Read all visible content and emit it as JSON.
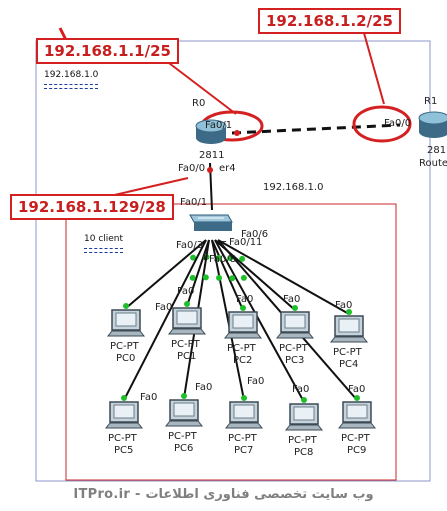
{
  "annotations": {
    "r0_fa01_ip": "192.168.1.1/25",
    "r1_fa00_ip": "192.168.1.2/25",
    "r0_fa00_ip": "192.168.1.129/28"
  },
  "networks": {
    "top_left": "192.168.1.0",
    "middle": "192.168.1.0"
  },
  "notes": {
    "clients": "10 client"
  },
  "routers": {
    "r0": {
      "name": "R0",
      "model": "2811",
      "model_suffix": "er4",
      "port_up": "Fa0/1",
      "port_down": "Fa0/0"
    },
    "r1": {
      "name": "R1",
      "model_part": "281",
      "type_part": "Route",
      "port": "Fa0/0"
    }
  },
  "switch": {
    "uplink": "Fa0/1",
    "port_a": "Fa0/3",
    "port_b": "Fa0/6",
    "port_c": "Fa0/11",
    "port_d": "Fa0/8",
    "frag_a": "F",
    "frag_b": "F"
  },
  "pcs": [
    {
      "type": "PC-PT",
      "name": "PC0",
      "port": "Fa0"
    },
    {
      "type": "PC-PT",
      "name": "PC1",
      "port": "Fa0"
    },
    {
      "type": "PC-PT",
      "name": "PC2",
      "port": "Fa0"
    },
    {
      "type": "PC-PT",
      "name": "PC3",
      "port": "Fa0"
    },
    {
      "type": "PC-PT",
      "name": "PC4",
      "port": "Fa0"
    },
    {
      "type": "PC-PT",
      "name": "PC5",
      "port": "Fa0"
    },
    {
      "type": "PC-PT",
      "name": "PC6",
      "port": "Fa0"
    },
    {
      "type": "PC-PT",
      "name": "PC7",
      "port": "Fa0"
    },
    {
      "type": "PC-PT",
      "name": "PC8",
      "port": "Fa0"
    },
    {
      "type": "PC-PT",
      "name": "PC9",
      "port": "Fa0"
    }
  ],
  "footer": {
    "watermark": "ITPro.ir - وب سایت تخصصی فناوری اطلاعات"
  },
  "colors": {
    "annotation_red": "#d42020",
    "link_green": "#1fbf2a",
    "area_border_blue": "#8e95c8",
    "area_border_red": "#c92a2a"
  }
}
